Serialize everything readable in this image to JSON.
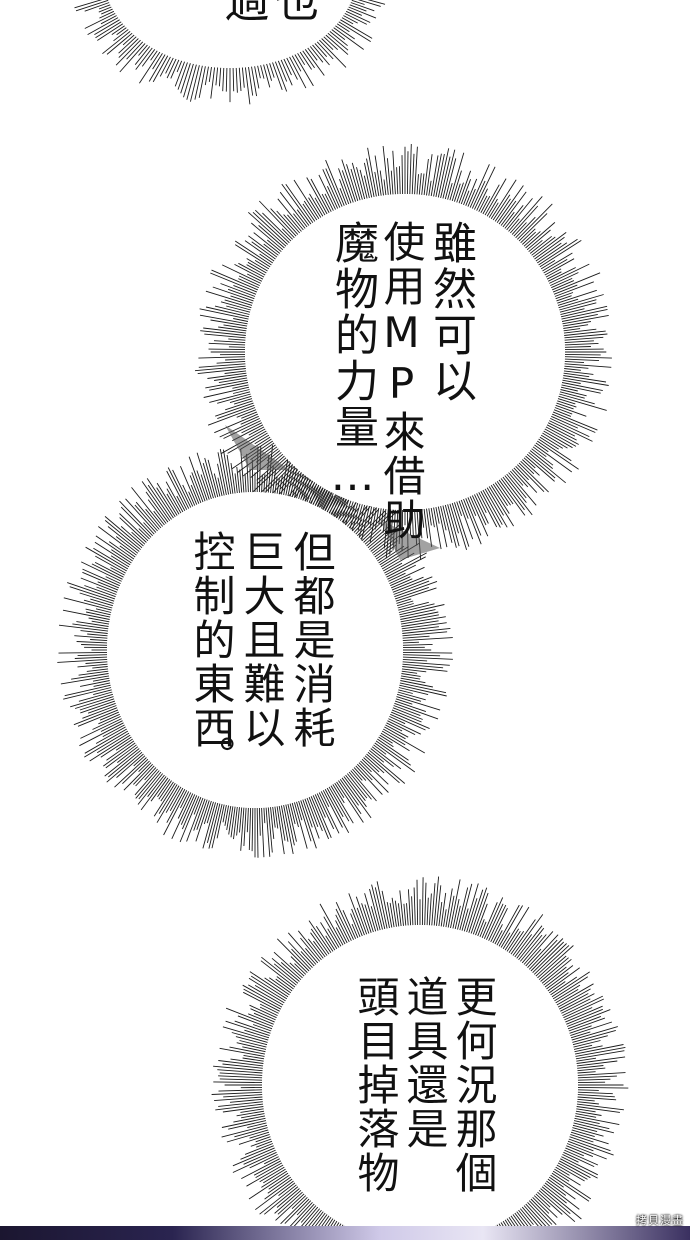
{
  "bubbles": [
    {
      "columns": [
        "過",
        "也"
      ],
      "partial": true
    },
    {
      "columns": [
        "雖然可以",
        "使用MP來借助",
        "魔物的力量…"
      ]
    },
    {
      "columns": [
        "但都是消耗",
        "巨大且難以",
        "控制的東西",
        "。"
      ]
    },
    {
      "columns": [
        "更何況那個",
        "道具還是",
        "頭目掉落物…"
      ]
    }
  ],
  "watermark": "拷貝漫畫",
  "colors": {
    "background": "#ffffff",
    "ink": "#111111",
    "burst": "#1a1a1a"
  }
}
